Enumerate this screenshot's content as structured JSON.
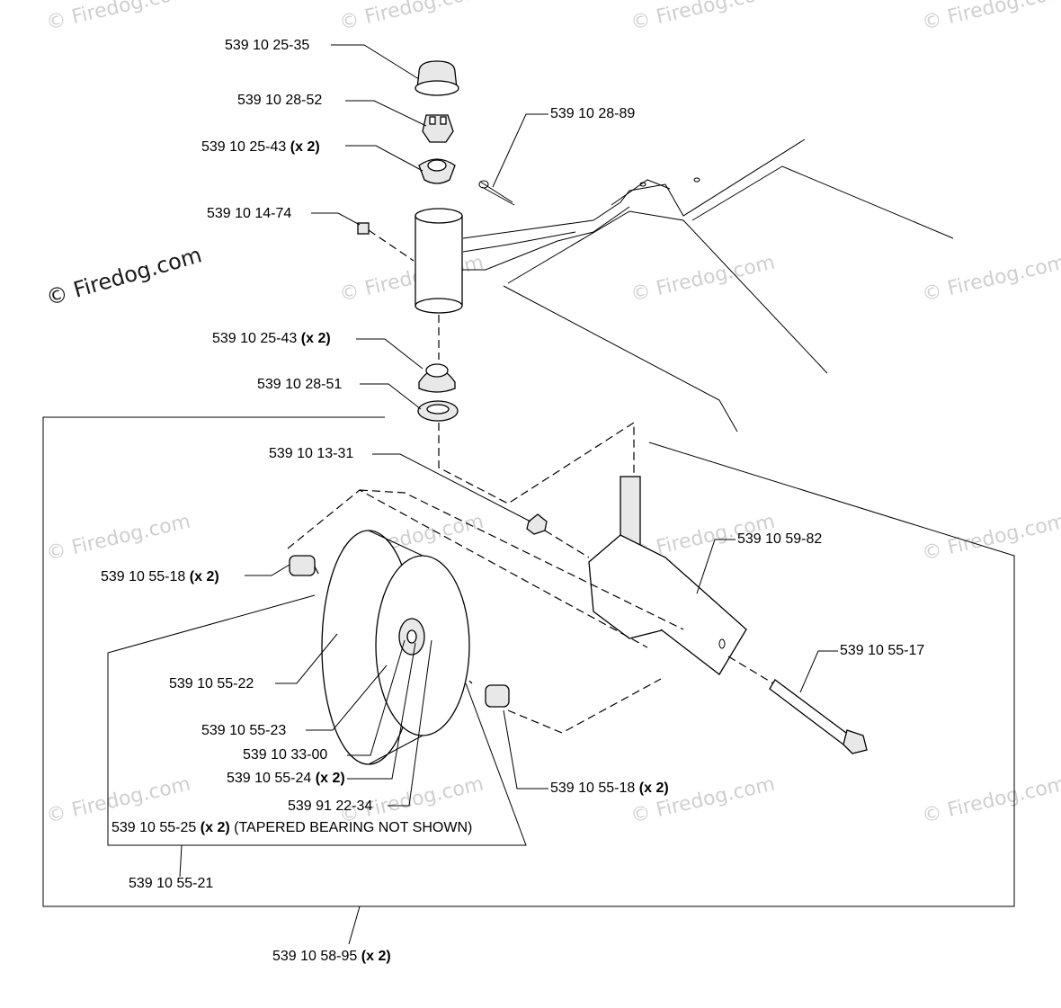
{
  "watermark": {
    "text": "© Firedog.com",
    "color": "#cfcfcf"
  },
  "callouts": [
    {
      "id": "c1",
      "part": "539 10 25-35",
      "qty": ""
    },
    {
      "id": "c2",
      "part": "539 10 28-52",
      "qty": ""
    },
    {
      "id": "c3",
      "part": "539 10 25-43",
      "qty": "(x 2)"
    },
    {
      "id": "c4",
      "part": "539 10 28-89",
      "qty": ""
    },
    {
      "id": "c5",
      "part": "539 10 14-74",
      "qty": ""
    },
    {
      "id": "c6",
      "part": "539 10 25-43",
      "qty": "(x 2)"
    },
    {
      "id": "c7",
      "part": "539 10 28-51",
      "qty": ""
    },
    {
      "id": "c8",
      "part": "539 10 13-31",
      "qty": ""
    },
    {
      "id": "c9",
      "part": "539 10 59-82",
      "qty": ""
    },
    {
      "id": "c10",
      "part": "539 10 55-18",
      "qty": "(x 2)"
    },
    {
      "id": "c11",
      "part": "539 10 55-17",
      "qty": ""
    },
    {
      "id": "c12",
      "part": "539 10 55-22",
      "qty": ""
    },
    {
      "id": "c13",
      "part": "539 10 55-23",
      "qty": ""
    },
    {
      "id": "c14",
      "part": "539 10 33-00",
      "qty": ""
    },
    {
      "id": "c15",
      "part": "539 10 55-24",
      "qty": "(x 2)"
    },
    {
      "id": "c16",
      "part": "539 10 55-18",
      "qty": "(x 2)"
    },
    {
      "id": "c17",
      "part": "539 91 22-34",
      "qty": ""
    },
    {
      "id": "c18",
      "part": "539 10 55-25",
      "qty": "(x 2)",
      "note": "(TAPERED BEARING NOT SHOWN)"
    },
    {
      "id": "c19",
      "part": "539 10 55-21",
      "qty": ""
    },
    {
      "id": "c20",
      "part": "539 10 58-95",
      "qty": "(x 2)"
    }
  ]
}
